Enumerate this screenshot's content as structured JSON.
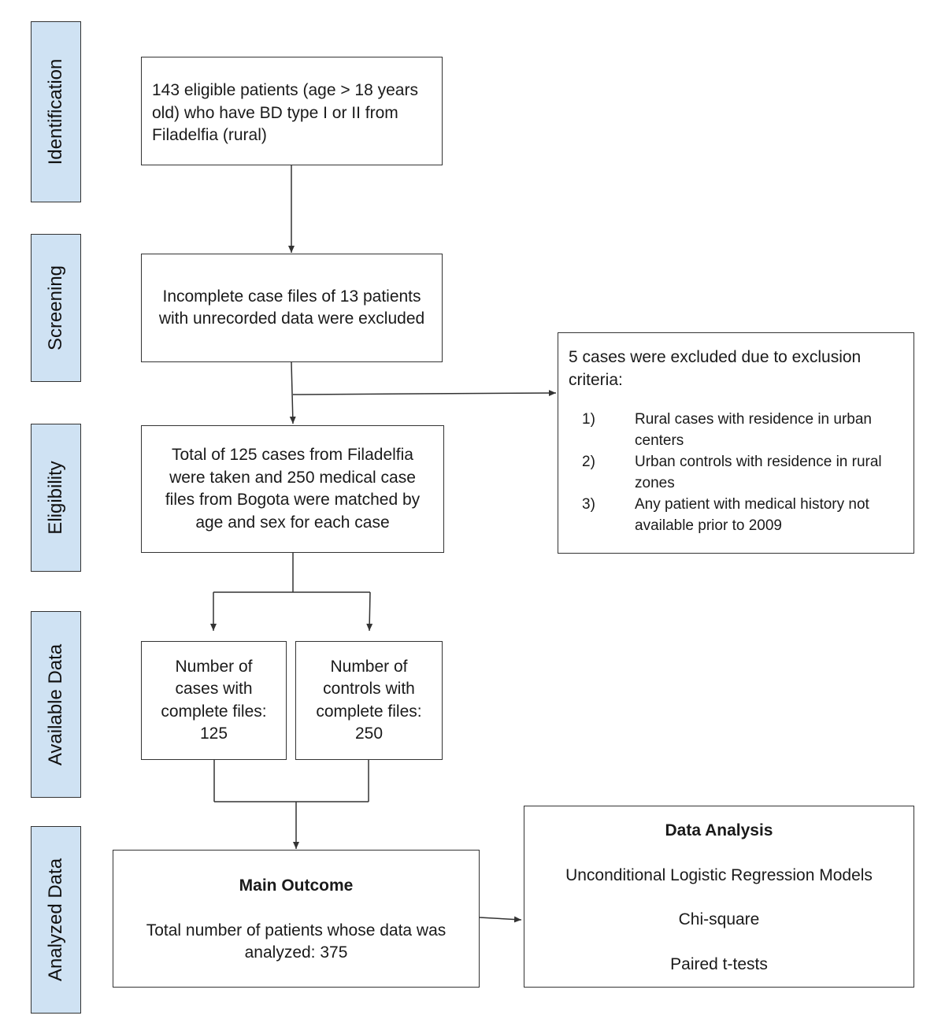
{
  "stages": [
    "Identification",
    "Screening",
    "Eligibility",
    "Available Data",
    "Analyzed Data"
  ],
  "boxes": {
    "identification": "143 eligible patients (age > 18 years old) who have BD type I or II from Filadelfia (rural)",
    "screening": "Incomplete case files of 13 patients with unrecorded data were excluded",
    "eligibility": "Total of 125 cases from Filadelfia were taken and 250 medical case files from Bogota were matched by age and sex for each case",
    "cases": "Number of cases with complete files: 125",
    "controls": "Number of controls with complete files: 250"
  },
  "exclusion": {
    "intro": "5 cases were excluded due to exclusion criteria:",
    "items": [
      {
        "num": "1)",
        "text": "Rural cases with residence in urban centers"
      },
      {
        "num": "2)",
        "text": "Urban controls with residence in rural zones"
      },
      {
        "num": "3)",
        "text": "Any patient with medical history not available prior to 2009"
      }
    ]
  },
  "main_outcome": {
    "title": "Main Outcome",
    "text": "Total number of patients whose data was analyzed: 375"
  },
  "data_analysis": {
    "title": "Data Analysis",
    "methods": [
      "Unconditional Logistic Regression Models",
      "Chi-square",
      "Paired t-tests"
    ]
  }
}
